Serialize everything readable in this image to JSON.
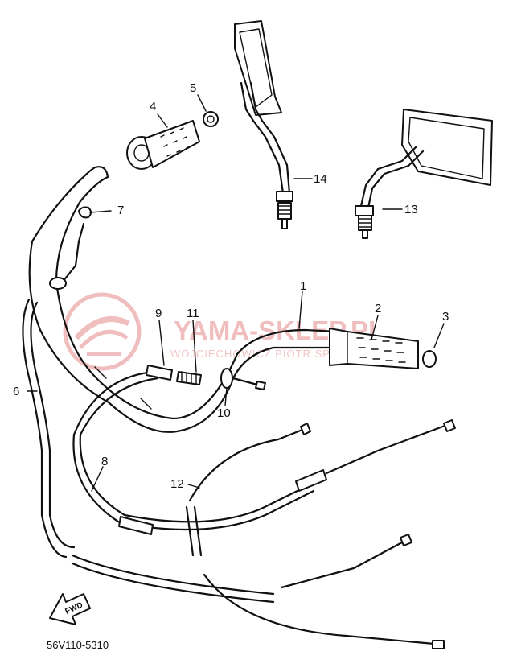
{
  "watermark": {
    "brand": "YAMA-SKLEP.PL",
    "subtitle": "WOJCIECHOWICZ PIOTR SPÓŁKA JAWNA",
    "color": "#e58a8a"
  },
  "callouts": [
    "1",
    "2",
    "3",
    "4",
    "5",
    "6",
    "7",
    "8",
    "9",
    "10",
    "11",
    "12",
    "13",
    "14"
  ],
  "part_code": "56V110-5310",
  "fwd_label": "FWD",
  "icons": [
    "fwd-arrow-icon"
  ]
}
